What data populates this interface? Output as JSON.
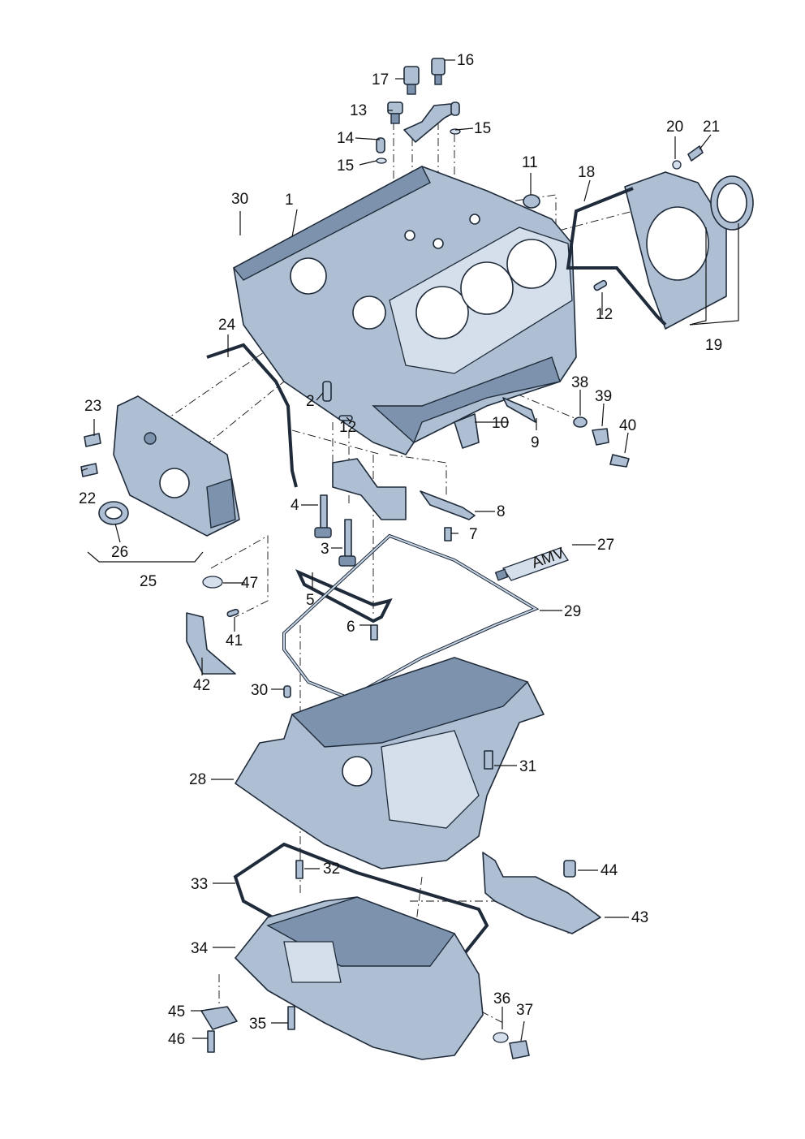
{
  "callouts": [
    {
      "id": "c1",
      "text": "1"
    },
    {
      "id": "c2",
      "text": "2"
    },
    {
      "id": "c3",
      "text": "3"
    },
    {
      "id": "c4",
      "text": "4"
    },
    {
      "id": "c5",
      "text": "5"
    },
    {
      "id": "c6",
      "text": "6"
    },
    {
      "id": "c7",
      "text": "7"
    },
    {
      "id": "c8",
      "text": "8"
    },
    {
      "id": "c9",
      "text": "9"
    },
    {
      "id": "c10",
      "text": "10"
    },
    {
      "id": "c11",
      "text": "11"
    },
    {
      "id": "c12a",
      "text": "12"
    },
    {
      "id": "c12b",
      "text": "12"
    },
    {
      "id": "c13",
      "text": "13"
    },
    {
      "id": "c14",
      "text": "14"
    },
    {
      "id": "c15a",
      "text": "15"
    },
    {
      "id": "c15b",
      "text": "15"
    },
    {
      "id": "c16",
      "text": "16"
    },
    {
      "id": "c17",
      "text": "17"
    },
    {
      "id": "c18",
      "text": "18"
    },
    {
      "id": "c19",
      "text": "19"
    },
    {
      "id": "c20",
      "text": "20"
    },
    {
      "id": "c21",
      "text": "21"
    },
    {
      "id": "c22",
      "text": "22"
    },
    {
      "id": "c23",
      "text": "23"
    },
    {
      "id": "c24",
      "text": "24"
    },
    {
      "id": "c25",
      "text": "25"
    },
    {
      "id": "c26",
      "text": "26"
    },
    {
      "id": "c27",
      "text": "27"
    },
    {
      "id": "c28",
      "text": "28"
    },
    {
      "id": "c29",
      "text": "29"
    },
    {
      "id": "c30a",
      "text": "30"
    },
    {
      "id": "c30b",
      "text": "30"
    },
    {
      "id": "c31",
      "text": "31"
    },
    {
      "id": "c32",
      "text": "32"
    },
    {
      "id": "c33",
      "text": "33"
    },
    {
      "id": "c34",
      "text": "34"
    },
    {
      "id": "c35",
      "text": "35"
    },
    {
      "id": "c36",
      "text": "36"
    },
    {
      "id": "c37",
      "text": "37"
    },
    {
      "id": "c38",
      "text": "38"
    },
    {
      "id": "c39",
      "text": "39"
    },
    {
      "id": "c40",
      "text": "40"
    },
    {
      "id": "c41",
      "text": "41"
    },
    {
      "id": "c42",
      "text": "42"
    },
    {
      "id": "c43",
      "text": "43"
    },
    {
      "id": "c44",
      "text": "44"
    },
    {
      "id": "c45",
      "text": "45"
    },
    {
      "id": "c46",
      "text": "46"
    },
    {
      "id": "c47",
      "text": "47"
    }
  ],
  "sealant_tube_text": "AMV",
  "colors": {
    "part": "#aebfd3",
    "part_dark": "#7d93ad",
    "outline": "#1f2b3a",
    "background": "#ffffff"
  }
}
